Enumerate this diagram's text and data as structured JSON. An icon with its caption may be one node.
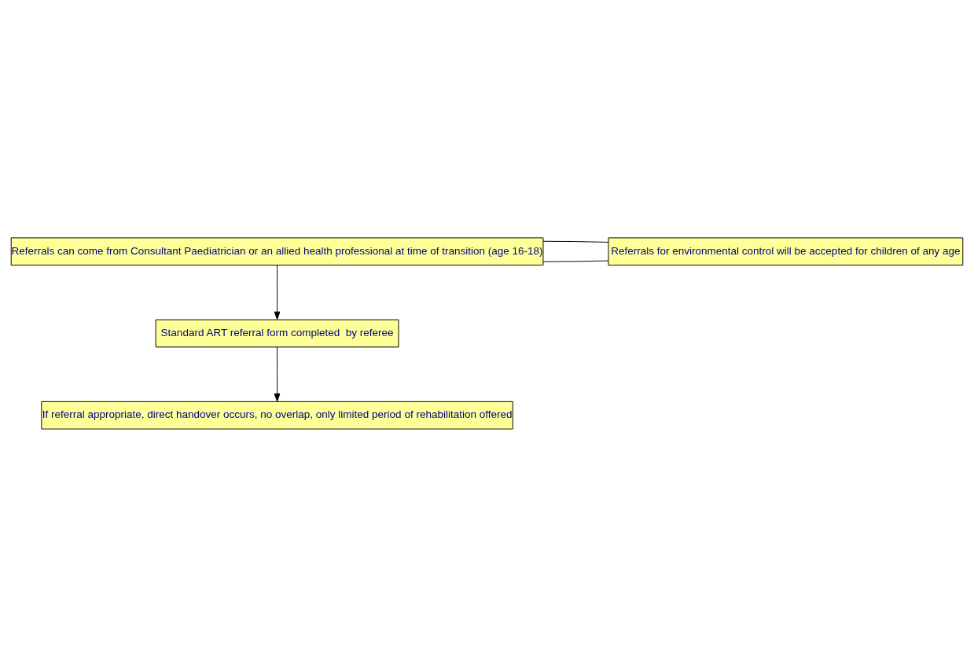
{
  "diagram": {
    "nodes": [
      {
        "text": [
          "Referrals can come from Consultant Paediatrician or an allied health professional at time of transition (age 16-18)"
        ]
      },
      {
        "text": [
          "Referrals for environmental control will be accepted for children of any age"
        ]
      },
      {
        "text": [
          "Standard ART referral form completed  by referee"
        ]
      },
      {
        "text": [
          "If referral appropriate, direct handover occurs, no overlap, only limited period of rehabilitation offered"
        ]
      }
    ],
    "edges": [
      {
        "from": 0,
        "to": 1,
        "arrow": "none"
      },
      {
        "from": 0,
        "to": 1,
        "arrow": "none"
      },
      {
        "from": 0,
        "to": 2,
        "arrow": "to"
      },
      {
        "from": 2,
        "to": 3,
        "arrow": "to"
      }
    ]
  }
}
